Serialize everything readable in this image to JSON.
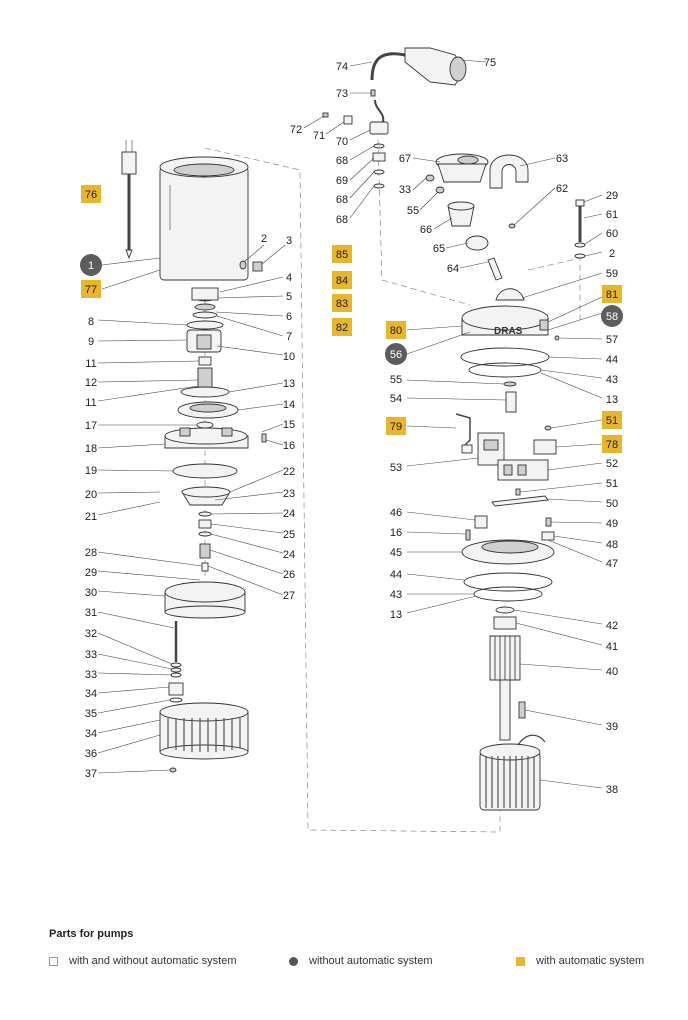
{
  "legend": {
    "title": "Parts for pumps",
    "items": [
      {
        "label": "with and without automatic system",
        "marker": "white-square"
      },
      {
        "label": "without automatic system",
        "marker": "dark-circle"
      },
      {
        "label": "with automatic system",
        "marker": "yellow-square"
      }
    ]
  },
  "brand_mark": "DRAS",
  "colors": {
    "automatic": "#e8b52b",
    "non_automatic": "#5c5c5c"
  },
  "callouts": {
    "yellow": [
      "76",
      "77",
      "85",
      "84",
      "83",
      "82",
      "80",
      "81",
      "79",
      "51",
      "78"
    ],
    "dark": [
      "1",
      "58",
      "56"
    ],
    "plain": [
      "74",
      "75",
      "73",
      "72",
      "71",
      "70",
      "68",
      "69",
      "68",
      "68",
      "67",
      "63",
      "33",
      "62",
      "29",
      "55",
      "61",
      "66",
      "60",
      "65",
      "2",
      "64",
      "59",
      "2",
      "3",
      "4",
      "5",
      "6",
      "8",
      "7",
      "9",
      "10",
      "57",
      "44",
      "11",
      "43",
      "12",
      "55",
      "13",
      "11",
      "54",
      "13",
      "14",
      "17",
      "15",
      "16",
      "18",
      "53",
      "52",
      "51",
      "19",
      "22",
      "50",
      "20",
      "23",
      "46",
      "49",
      "21",
      "24",
      "16",
      "48",
      "25",
      "45",
      "47",
      "24",
      "28",
      "26",
      "44",
      "29",
      "27",
      "43",
      "30",
      "13",
      "42",
      "31",
      "41",
      "32",
      "40",
      "33",
      "33",
      "34",
      "35",
      "39",
      "34",
      "36",
      "37",
      "38"
    ]
  }
}
